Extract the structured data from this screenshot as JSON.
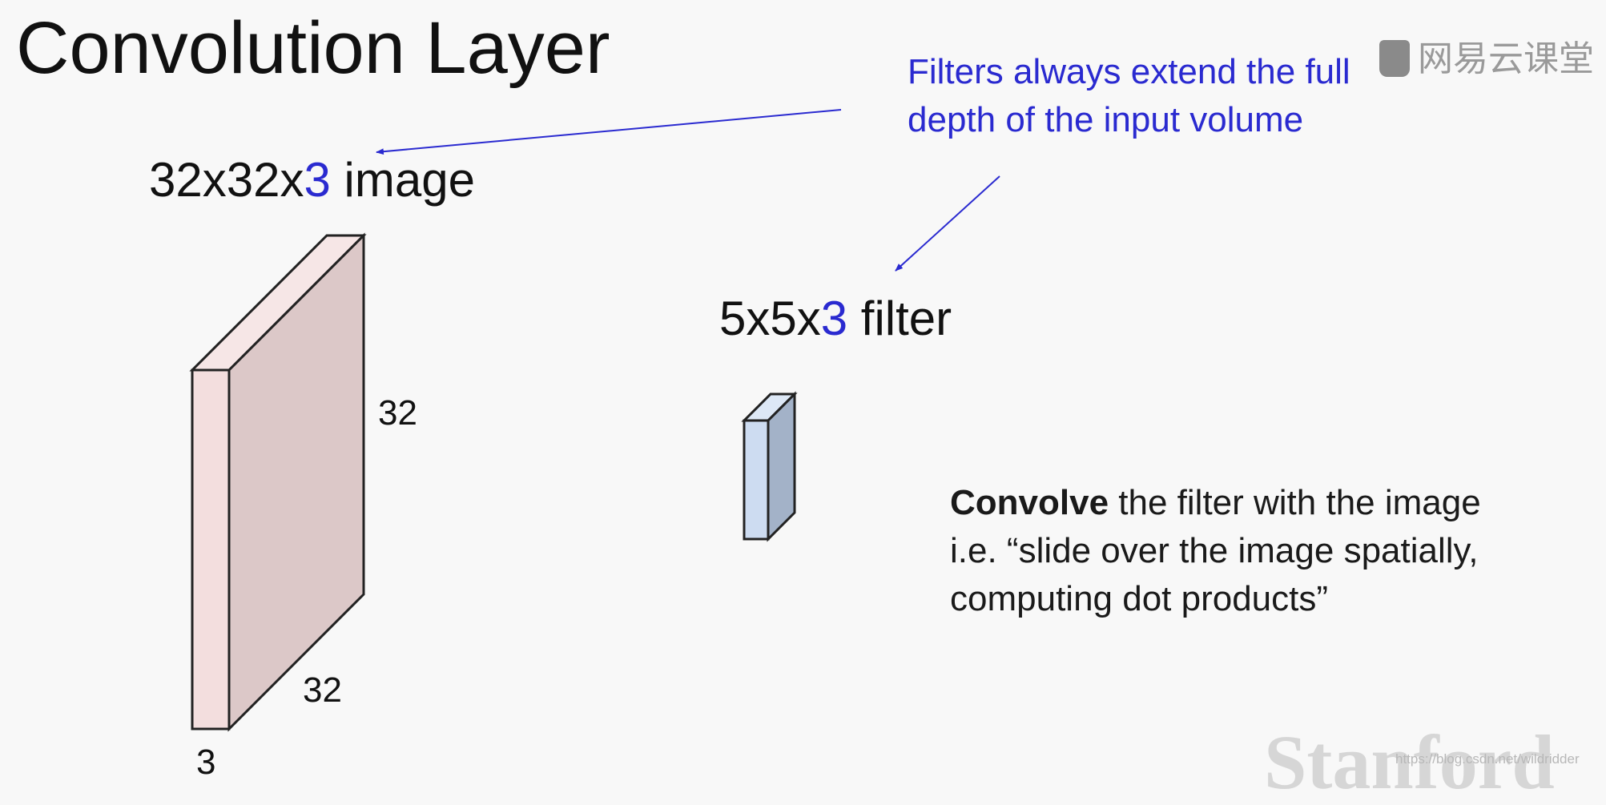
{
  "slide": {
    "title": "Convolution Layer"
  },
  "note": {
    "line1": "Filters always extend the full",
    "line2": "depth of the input volume"
  },
  "image_label": {
    "prefix": "32x32x",
    "depth": "3",
    "suffix": " image"
  },
  "filter_label": {
    "prefix": "5x5x",
    "depth": "3",
    "suffix": " filter"
  },
  "dimensions": {
    "height": "32",
    "width": "32",
    "depth": "3"
  },
  "convolve": {
    "bold": "Convolve",
    "line1_rest": " the filter with the image",
    "line2": "i.e. “slide over the image spatially,",
    "line3": "computing dot products”"
  },
  "watermark": {
    "text": "网易云课堂",
    "stanford": "Stanford",
    "url": "https://blog.csdn.net/wildridder"
  },
  "colors": {
    "accent": "#2a2ad0",
    "image_front": "#f3dede",
    "image_side": "#dcc8c8",
    "filter_front": "#cddcf1",
    "filter_side": "#a3b2c8"
  },
  "icons": [
    "arrow-icon",
    "watermark-logo-icon"
  ]
}
